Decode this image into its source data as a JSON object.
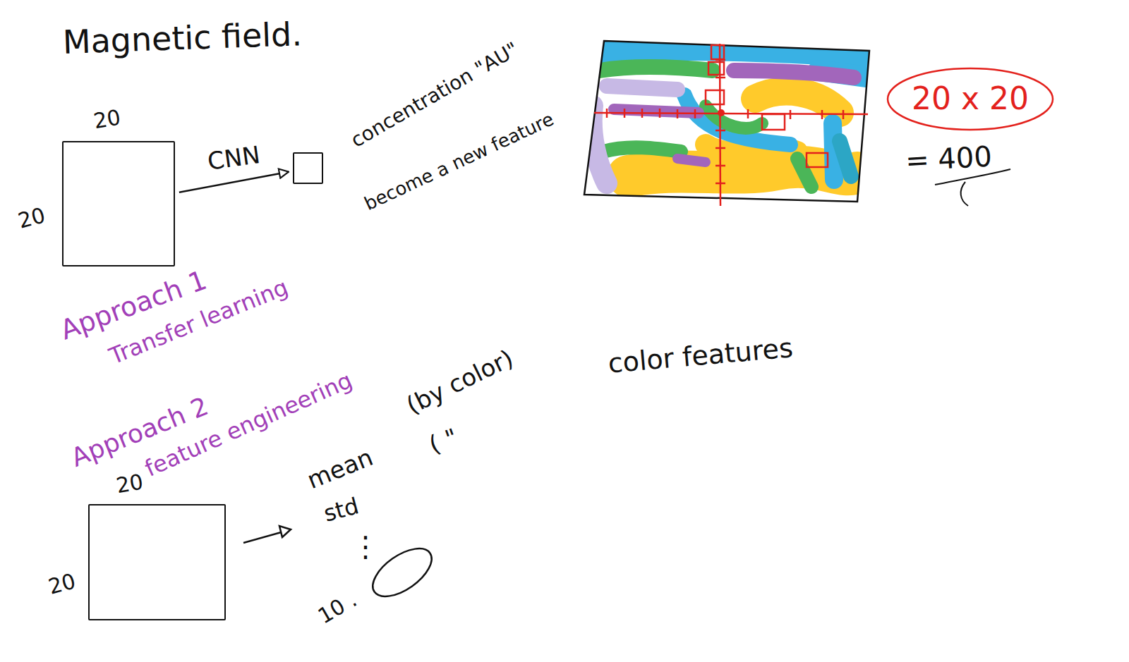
{
  "diagram": {
    "title": "Magnetic field.",
    "nodes": [
      {
        "text": [
          "20",
          "20"
        ]
      },
      {
        "text": [
          "concentration \"AU\"",
          "become a new feature"
        ]
      },
      {
        "text": [
          "20 x 20"
        ]
      },
      {
        "text": [
          "20",
          "20"
        ]
      }
    ],
    "edges": [
      {
        "from": 0,
        "to": 1,
        "label": "CNN",
        "arrow": "to"
      }
    ],
    "labels": [
      "Approach 1",
      "Transfer learning",
      "= 400",
      "Approach 2",
      "feature engineering",
      "(by color)",
      "( \"",
      "mean",
      "std",
      "⋮",
      "10 .",
      "color features"
    ]
  }
}
